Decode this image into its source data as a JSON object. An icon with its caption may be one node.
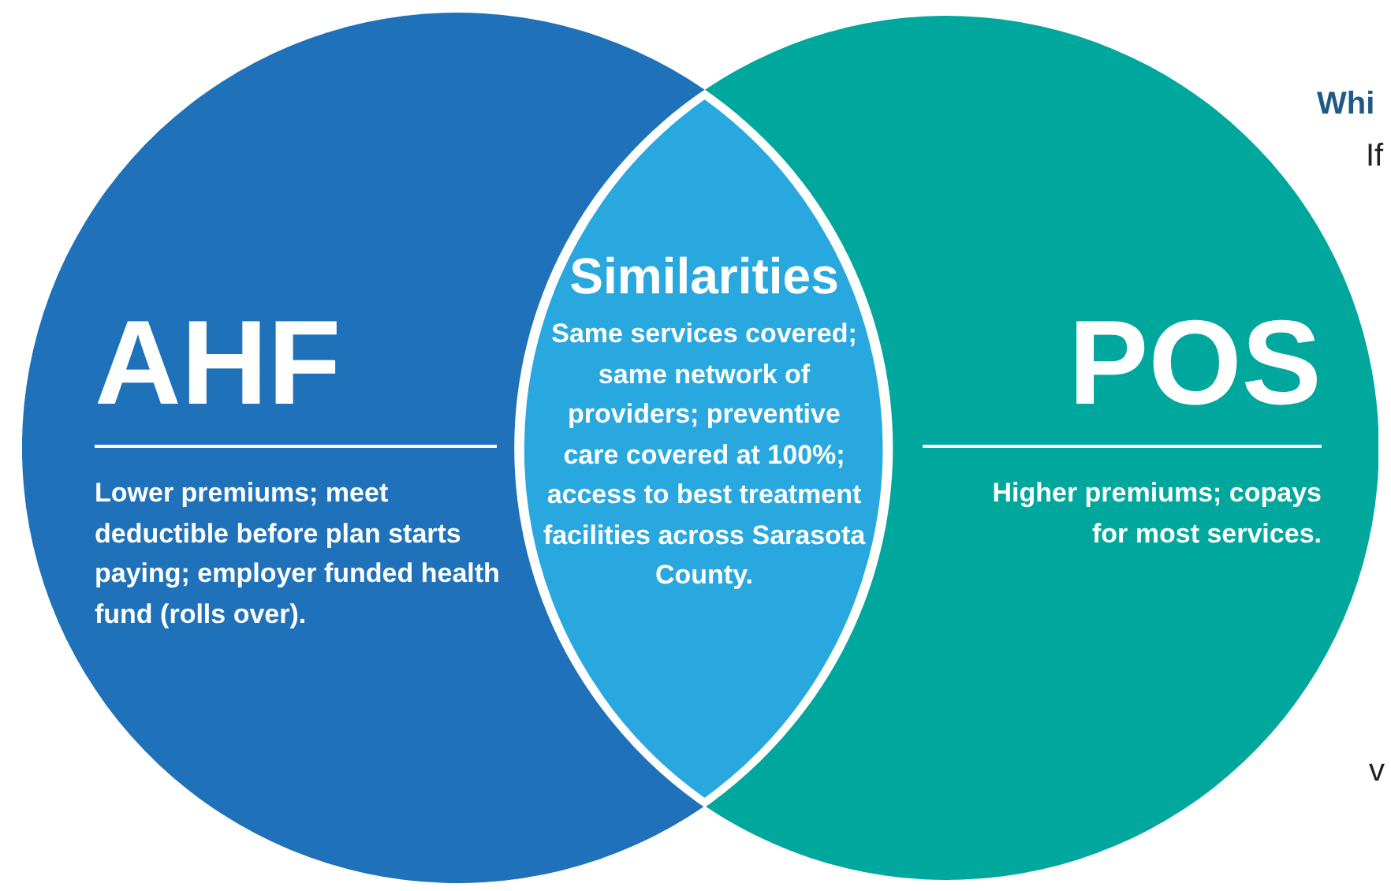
{
  "diagram": {
    "nodes": [
      {
        "text": [
          "AHF",
          "Lower premiums; meet deductible before plan starts paying; employer funded health fund (rolls over)."
        ]
      },
      {
        "text": [
          "POS",
          "Higher premiums; copays for most services."
        ]
      },
      {
        "text": [
          "Similarities",
          "Same services covered; same network of providers; preventive care covered at 100%; access to best treatment facilities across Sarasota County."
        ]
      }
    ],
    "edges": [],
    "labels": [
      "Whi",
      "If",
      "v"
    ]
  }
}
